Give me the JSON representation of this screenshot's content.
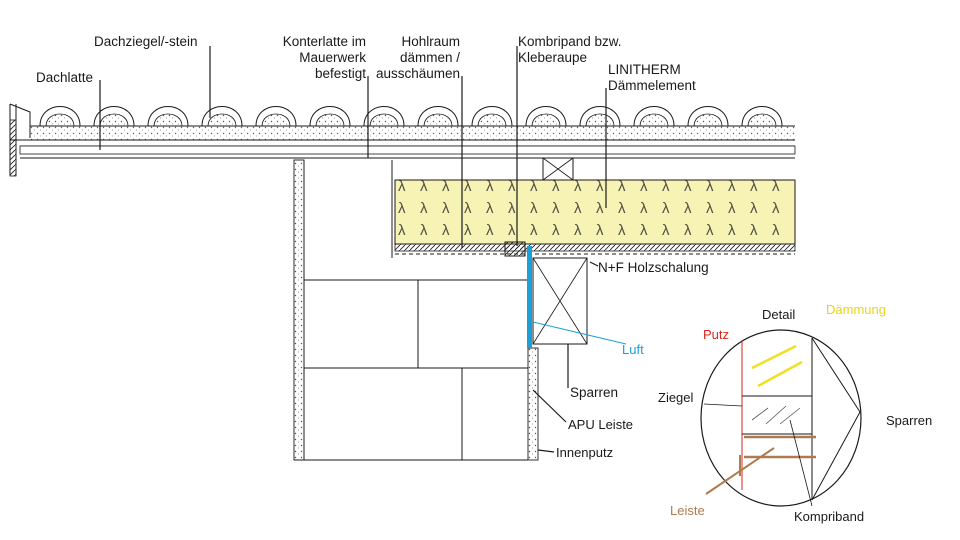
{
  "labels": {
    "dachziegel": "Dachziegel/-stein",
    "dachlatte": "Dachlatte",
    "konterlatte": [
      "Konterlatte im",
      "Mauerwerk",
      "befestigt"
    ],
    "hohlraum": [
      "Hohlraum",
      "dämmen /",
      "ausschäumen"
    ],
    "kombripand": [
      "Kombripand bzw.",
      "Kleberaupe"
    ],
    "linitherm": [
      "LINITHERM",
      "Dämmelement"
    ],
    "holzschalung": "N+F Holzschalung",
    "luft": "Luft",
    "sparren": "Sparren",
    "apu_leiste": "APU Leiste",
    "innenputz": "Innenputz"
  },
  "detail": {
    "title": "Detail",
    "daemmung": "Dämmung",
    "putz": "Putz",
    "ziegel": "Ziegel",
    "sparren": "Sparren",
    "leiste": "Leiste",
    "kompriband": "Kompriband"
  },
  "colors": {
    "luft": "#1aa0d8",
    "putz": "#d9261c",
    "daemmung": "#f0e020",
    "leiste": "#b07a50",
    "insulation_fill": "#f7f3b4",
    "blue_strip": "#1aa0d8"
  }
}
